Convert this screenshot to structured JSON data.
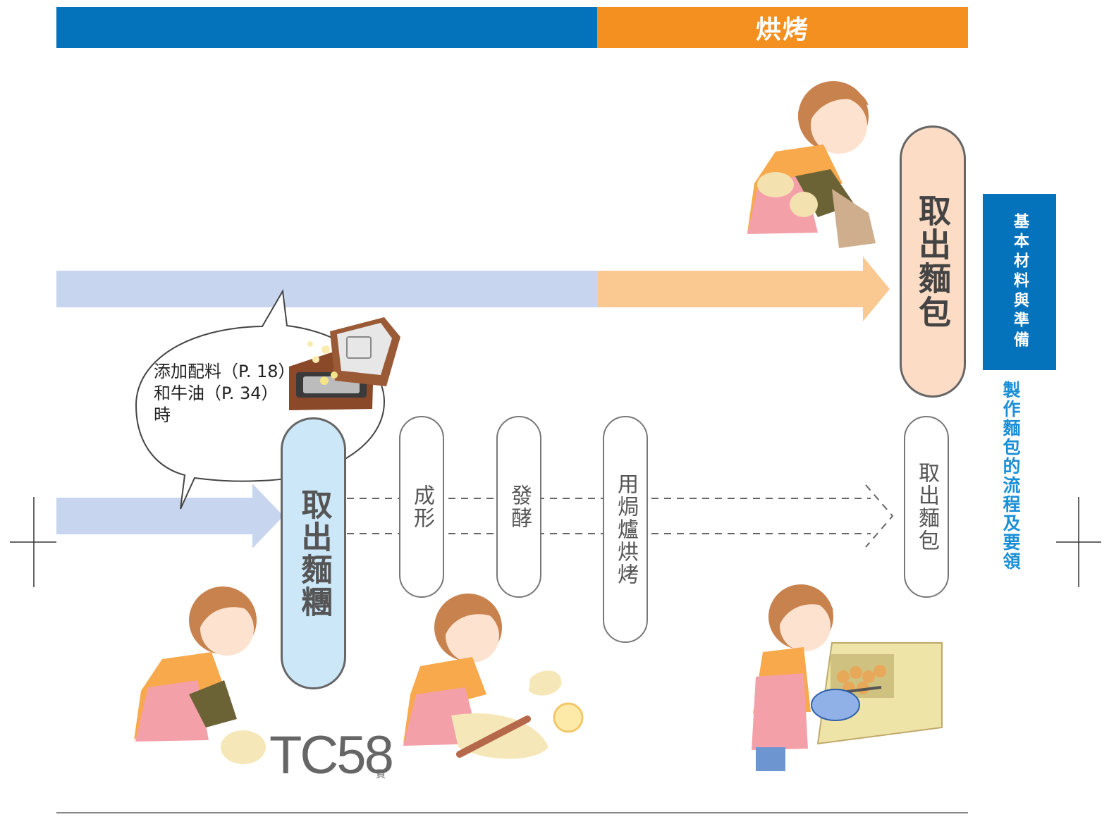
{
  "header": {
    "stage_label": "烘烤",
    "colors": {
      "blue": "#0572bc",
      "orange": "#f3901f"
    }
  },
  "side_tab": {
    "title": "基本材料與準備",
    "subtitle": "製作麵包的流程及要領"
  },
  "flow": {
    "main_step": "取出麵包",
    "dough_step": "取出麵糰",
    "steps": [
      "成形",
      "發酵",
      "用焗爐烘烤",
      "取出麵包"
    ]
  },
  "speech": {
    "line1": "添加配料（P. 18）",
    "line2": "和牛油（P. 34）",
    "line3": "時"
  },
  "logo": {
    "text": "TC58",
    "suffix": "頁"
  }
}
